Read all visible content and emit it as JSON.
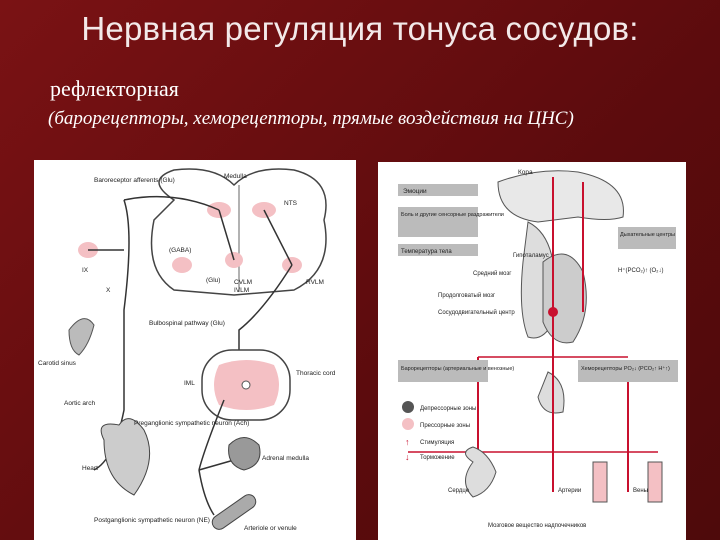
{
  "slide": {
    "title": "Нервная регуляция тонуса сосудов:",
    "subtitle": "рефлекторная",
    "detail": "(барорецепторы, хеморецепторы, прямые воздействия на ЦНС)"
  },
  "left_diagram": {
    "labels": {
      "baro_afferents": "Baroreceptor afferents (Glu)",
      "medulla": "Medulla",
      "nts": "NTS",
      "gaba": "(GABA)",
      "ix": "IX",
      "x": "X",
      "glu": "(Glu)",
      "cvlm": "CVLM",
      "ivlm": "IVLM",
      "rvlm": "RVLM",
      "bulbospinal": "Bulbospinal pathway (Glu)",
      "iml": "IML",
      "thoracic": "Thoracic cord",
      "carotid": "Carotid sinus",
      "aortic": "Aortic arch",
      "preganglionic": "Preganglionic sympathetic neuron (Ach)",
      "heart": "Heart",
      "adrenal": "Adrenal medulla",
      "postganglionic": "Postganglionic sympathetic neuron (NE)",
      "arteriole": "Arteriole or venule"
    }
  },
  "right_diagram": {
    "labels": {
      "cortex": "Кора",
      "emotions": "Эмоции",
      "pain": "Боль и другие сенсорные раздражители",
      "body_temp": "Температура тела",
      "hypothalamus": "Гипоталамус",
      "resp_centers": "Дыхательные центры",
      "midbrain": "Средний мозг",
      "chemo_values": "H⁺(PCO₂)↑ (O₂↓)",
      "medulla_obl": "Продолговатый мозг",
      "vasomotor": "Сосудодвигательный центр",
      "baroreceptors": "Барорецепторы (артериальные и венозные)",
      "chemoreceptors": "Хеморецепторы PO₂↓ (PCO₂↑ H⁺↑)",
      "depressor": "Депрессорные зоны",
      "pressor": "Прессорные зоны",
      "stimulation": "Стимуляция",
      "inhibition": "Торможение",
      "heart": "Сердце",
      "arteries": "Артерии",
      "veins": "Вены",
      "adrenal": "Мозговое вещество надпочечников"
    }
  },
  "colors": {
    "background": "#6b0e10",
    "red_path": "#c8102e",
    "pink_node": "#f4c0c4"
  }
}
